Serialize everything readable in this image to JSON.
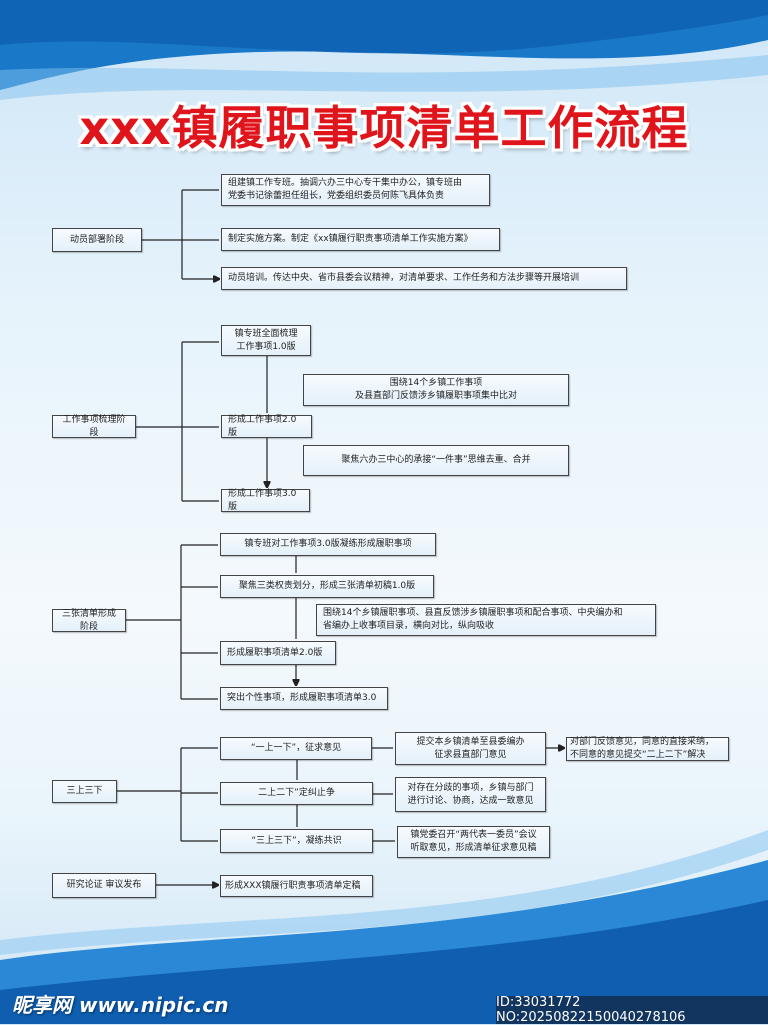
{
  "title": "xxx镇履职事项清单工作流程",
  "colors": {
    "title": "#e0151b",
    "wave": "#1a78c8"
  },
  "s1": {
    "stage": "动员部署阶段",
    "items": [
      "组建镇工作专班。抽调六办三中心专干集中办公，镇专班由\n党委书记徐蕾担任组长，党委组织委员何陈飞具体负责",
      "制定实施方案。制定《xx镇履行职责事项清单工作实施方案》",
      "动员培训。传达中央、省市县委会议精神，对清单要求、工作任务和方法步骤等开展培训"
    ]
  },
  "s2": {
    "stage": "工作事项梳理阶段",
    "steps": [
      "镇专班全面梳理\n工作事项1.0版",
      "形成工作事项2.0版",
      "形成工作事项3.0版"
    ],
    "notes": [
      "围绕14个乡镇工作事项\n及县直部门反馈涉乡镇履职事项集中比对",
      "聚焦六办三中心的承接“一件事”思维去重、合并"
    ]
  },
  "s3": {
    "stage": "三张清单形成阶段",
    "steps": [
      "镇专班对工作事项3.0版凝练形成履职事项",
      "聚焦三类权责划分，形成三张清单初稿1.0版",
      "形成履职事项清单2.0版",
      "突出个性事项，形成履职事项清单3.0"
    ],
    "note": "围绕14个乡镇履职事项、县直反馈涉乡镇履职事项和配合事项、中央编办和\n省编办上收事项目录，横向对比，纵向吸收"
  },
  "s4": {
    "stage": "三上三下",
    "steps": [
      "“一上一下”，征求意见",
      "二上二下”定纠止争",
      "“三上三下”，凝练共识"
    ],
    "details": [
      "提交本乡镇清单至县委编办\n征求县直部门意见",
      "对存在分歧的事项，乡镇与部门\n进行讨论、协商，达成一致意见",
      "镇党委召开“两代表一委员”会议\n听取意见，形成清单征求意见稿"
    ],
    "extra": "对部门反馈意见，同意的直接采纳，\n不同意的意见提交“二上二下”解决"
  },
  "s5": {
    "stage": "研究论证 审议发布",
    "result": "形成XXX镇履行职责事项清单定稿"
  },
  "watermark": {
    "site": "昵享网 www.nipic.cn",
    "id": "ID:33031772 NO:20250822150040278106"
  }
}
